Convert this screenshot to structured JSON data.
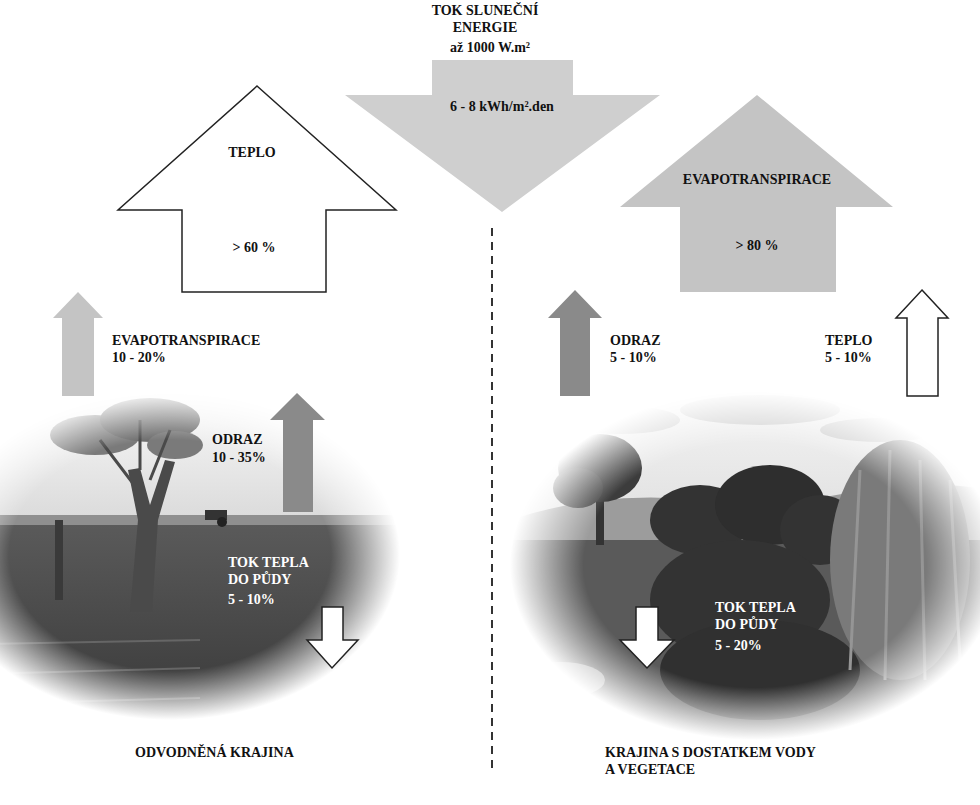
{
  "diagram": {
    "nodes": [
      {
        "text": [
          "TOK SLUNEČNÍ ENERGIE",
          "až 1000 W.m²",
          "6 - 8 kWh/m².den"
        ]
      },
      {
        "text": [
          "TEPLO",
          "> 60 %"
        ]
      },
      {
        "text": [
          "EVAPOTRANSPIRACE",
          "> 80 %"
        ]
      },
      {
        "text": [
          "EVAPOTRANSPIRACE",
          "10 - 20%"
        ]
      },
      {
        "text": [
          "ODRAZ",
          "5 - 10%"
        ]
      },
      {
        "text": [
          "TEPLO",
          "5 - 10%"
        ]
      },
      {
        "text": [
          "ODRAZ",
          "10 - 35%"
        ]
      },
      {
        "text": [
          "TOK TEPLA DO PŮDY",
          "5 - 10%"
        ]
      },
      {
        "text": [
          "TOK TEPLA DO PŮDY",
          "5 - 20%"
        ]
      }
    ],
    "labels": [
      "ODVODNĚNÁ KRAJINA",
      "KRAJINA S DOSTATKEM VODY A VEGETACE"
    ]
  }
}
